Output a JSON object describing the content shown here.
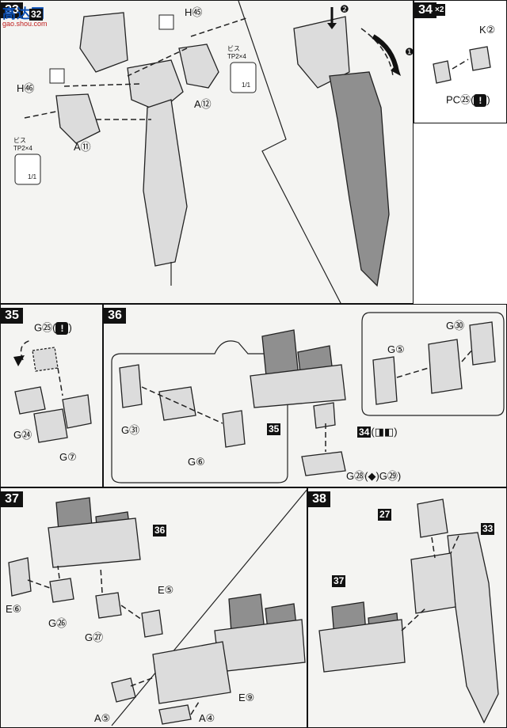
{
  "watermark": {
    "line1": "高达网",
    "line2": "gao.shou.com"
  },
  "step33": {
    "number": "33",
    "ref32": "32",
    "h45": "H㊺",
    "h46": "H㊻",
    "a12": "A⑫",
    "a11": "A⑪",
    "screw_a": {
      "name": "ビス",
      "size": "TP2×4",
      "qty": "1/1"
    },
    "screw_b": {
      "name": "ビス",
      "size": "TP2×4",
      "qty": "1/1"
    },
    "arrow1": "❶",
    "arrow2": "❷"
  },
  "step34": {
    "number": "34",
    "mult": "×2",
    "k2": "K②",
    "pc25": "PC㉕"
  },
  "step35": {
    "number": "35",
    "g25": "G㉕",
    "g24": "G㉔",
    "g7": "G⑦"
  },
  "step36": {
    "number": "36",
    "g31": "G㉛",
    "g6": "G⑥",
    "g30": "G㉚",
    "g5": "G⑤",
    "ref35": "35",
    "ref34": "34",
    "g28": "G㉘",
    "g29": "G㉙"
  },
  "step37": {
    "number": "37",
    "ref36": "36",
    "e6": "E⑥",
    "g26": "G㉖",
    "g27": "G㉗",
    "e5": "E⑤",
    "e9": "E⑨",
    "a5": "A⑤",
    "a4": "A④"
  },
  "step38": {
    "number": "38",
    "ref27": "27",
    "ref33": "33",
    "ref37": "37"
  }
}
